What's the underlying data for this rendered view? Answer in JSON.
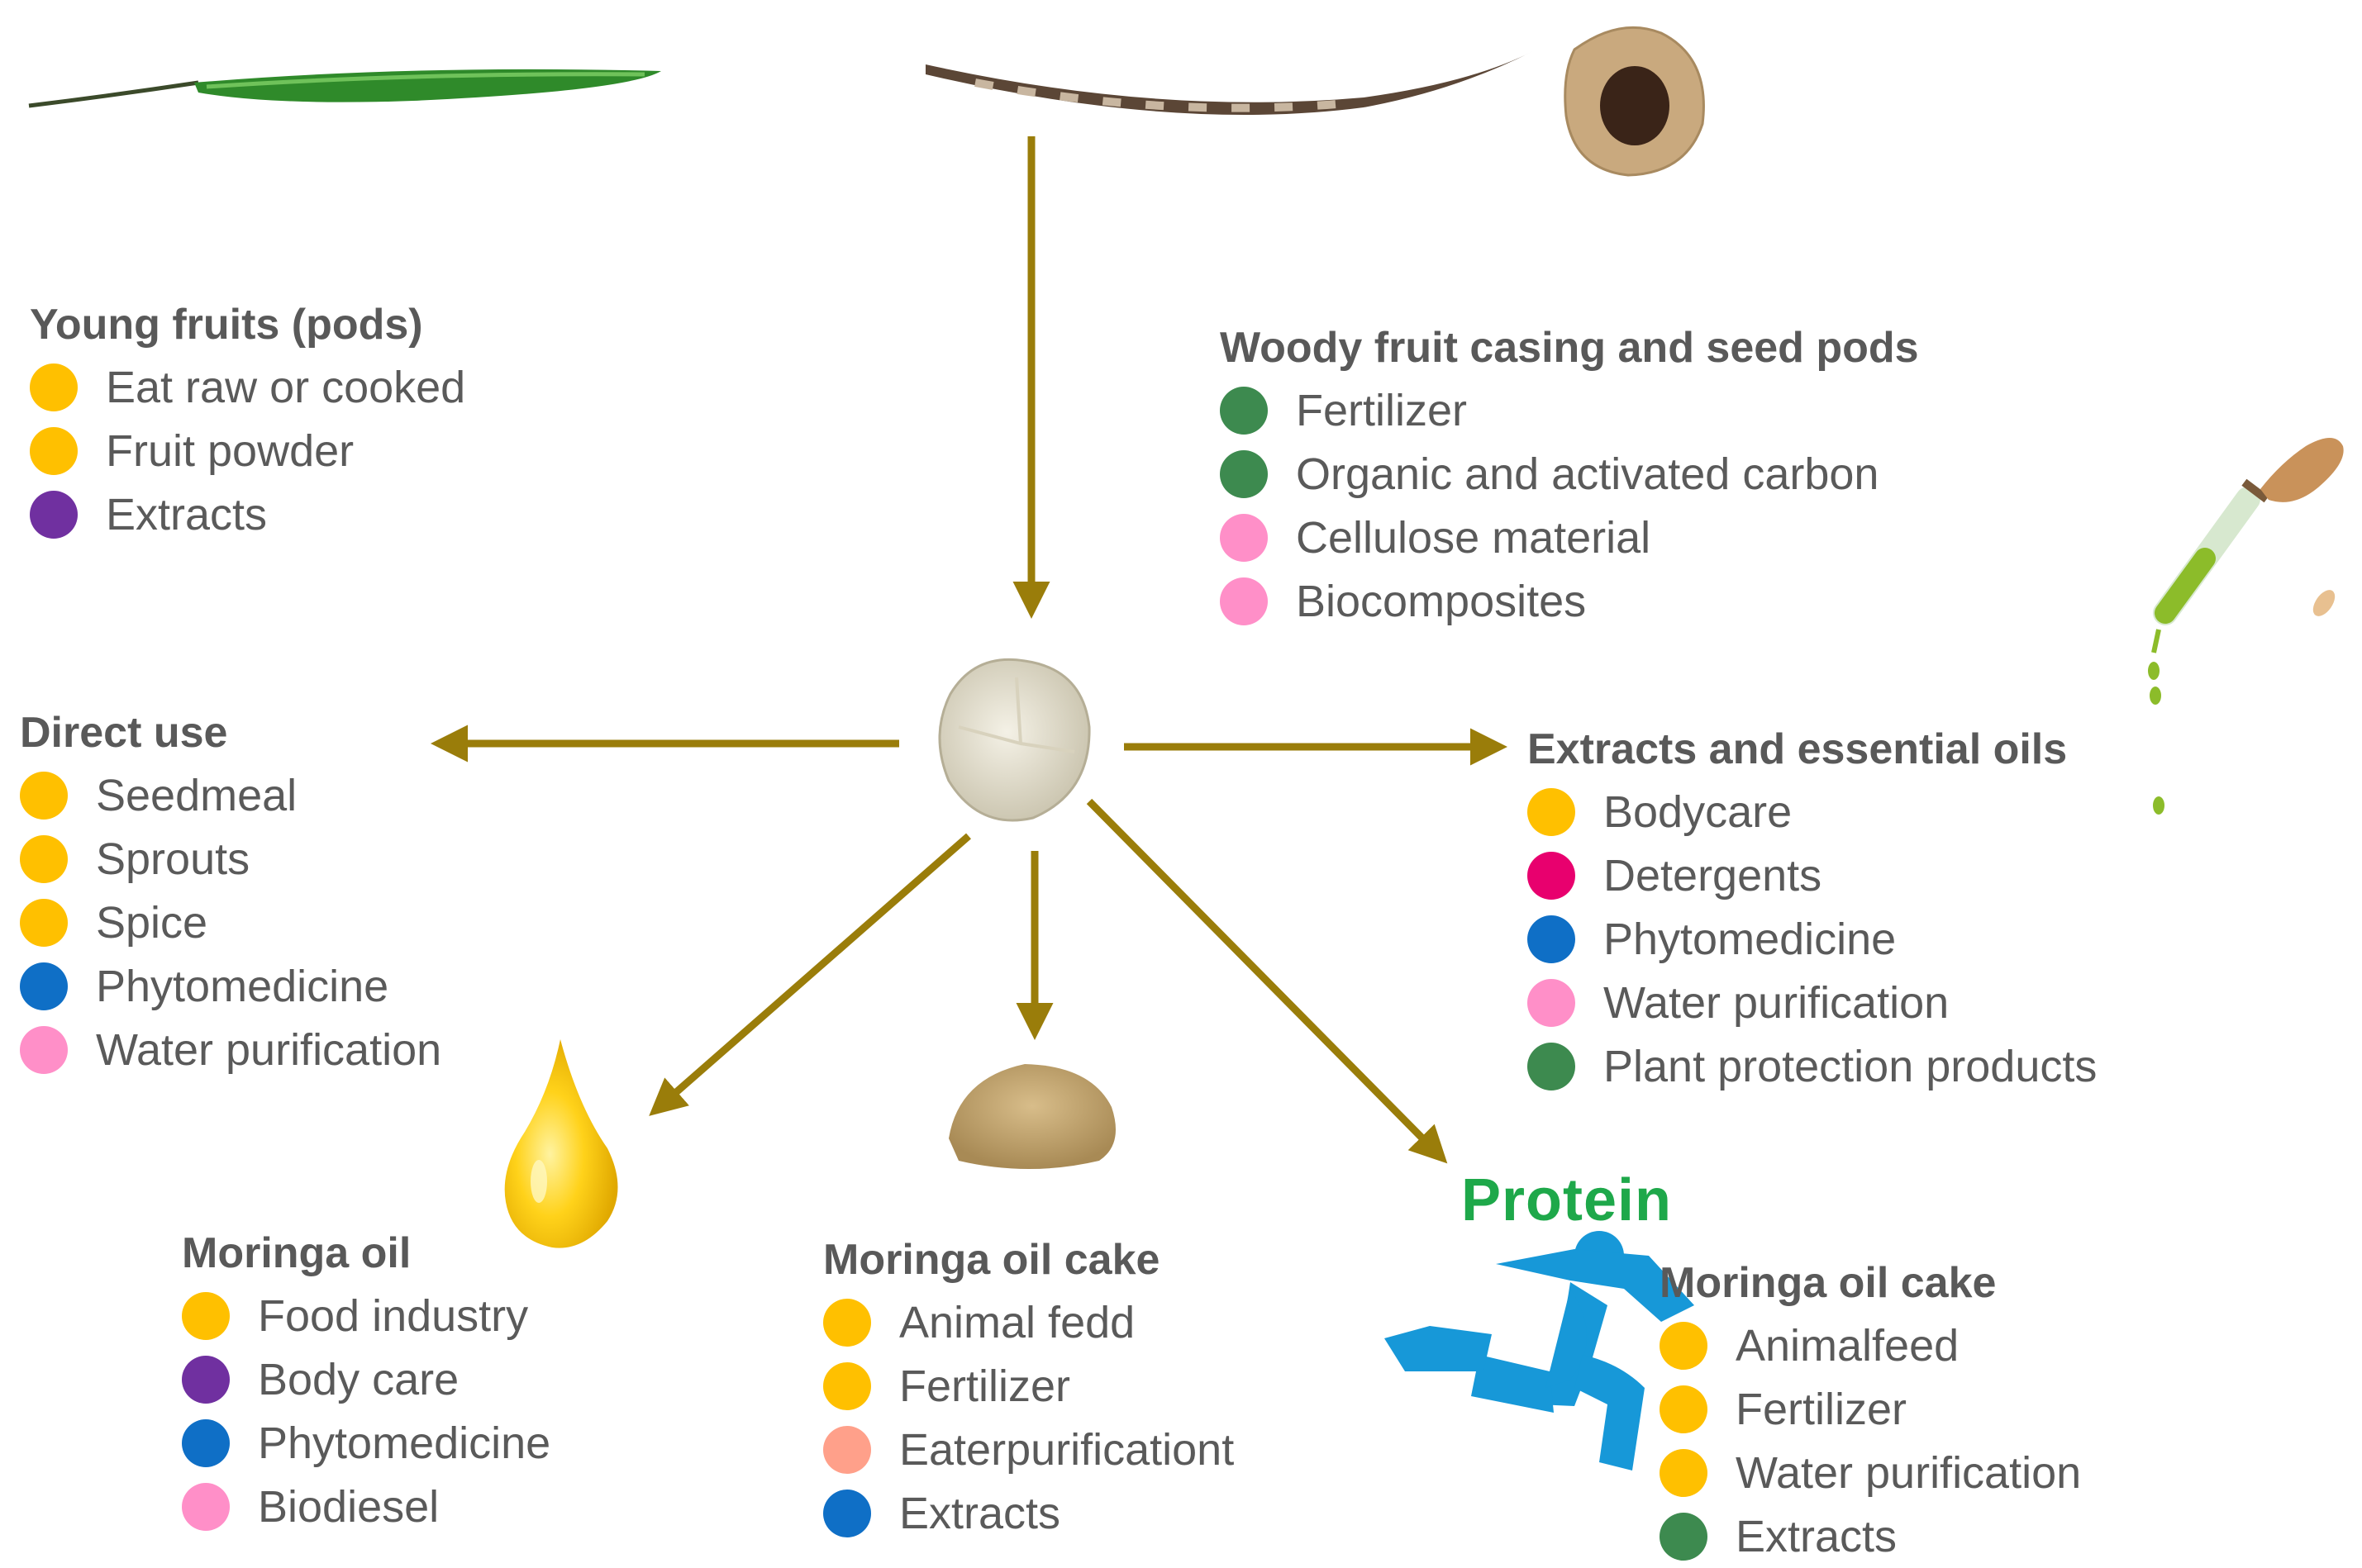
{
  "groups": [
    {
      "id": "young-fruits",
      "title": "Young fruits (pods)",
      "items": [
        {
          "label": "Eat raw or cooked",
          "color": "#ffc000"
        },
        {
          "label": "Fruit powder",
          "color": "#ffc000"
        },
        {
          "label": "Extracts",
          "color": "#7030a0"
        }
      ]
    },
    {
      "id": "woody-casing",
      "title": "Woody fruit casing and seed pods",
      "items": [
        {
          "label": "Fertilizer",
          "color": "#3d8a4f"
        },
        {
          "label": "Organic and activated carbon",
          "color": "#3d8a4f"
        },
        {
          "label": "Cellulose material",
          "color": "#ff8fc8"
        },
        {
          "label": "Biocomposites",
          "color": "#ff8fc8"
        }
      ]
    },
    {
      "id": "direct-use",
      "title": "Direct use",
      "items": [
        {
          "label": "Seedmeal",
          "color": "#ffc000"
        },
        {
          "label": "Sprouts",
          "color": "#ffc000"
        },
        {
          "label": "Spice",
          "color": "#ffc000"
        },
        {
          "label": "Phytomedicine",
          "color": "#0f6fc6"
        },
        {
          "label": "Water purification",
          "color": "#ff8fc8"
        }
      ]
    },
    {
      "id": "extracts-oils",
      "title": "Extracts and essential oils",
      "items": [
        {
          "label": "Bodycare",
          "color": "#ffc000"
        },
        {
          "label": "Detergents",
          "color": "#e8006e"
        },
        {
          "label": "Phytomedicine",
          "color": "#0f6fc6"
        },
        {
          "label": "Water purification",
          "color": "#ff8fc8"
        },
        {
          "label": "Plant protection products",
          "color": "#3d8a4f"
        }
      ]
    },
    {
      "id": "moringa-oil",
      "title": "Moringa oil",
      "items": [
        {
          "label": "Food industry",
          "color": "#ffc000"
        },
        {
          "label": "Body care",
          "color": "#7030a0"
        },
        {
          "label": "Phytomedicine",
          "color": "#0f6fc6"
        },
        {
          "label": "Biodiesel",
          "color": "#ff8fc8"
        }
      ]
    },
    {
      "id": "oil-cake-1",
      "title": "Moringa oil cake",
      "items": [
        {
          "label": "Animal fedd",
          "color": "#ffc000"
        },
        {
          "label": "Fertilizer",
          "color": "#ffc000"
        },
        {
          "label": "Eaterpurificationt",
          "color": "#ffa08a"
        },
        {
          "label": "Extracts",
          "color": "#0f6fc6"
        }
      ]
    },
    {
      "id": "oil-cake-2",
      "title": "Moringa oil cake",
      "items": [
        {
          "label": "Animalfeed",
          "color": "#ffc000"
        },
        {
          "label": "Fertilizer",
          "color": "#ffc000"
        },
        {
          "label": "Water purification",
          "color": "#ffc000"
        },
        {
          "label": "Extracts",
          "color": "#3d8a4f"
        }
      ]
    }
  ],
  "protein_label": "Protein",
  "colors": {
    "arrow": "#9a7d0a",
    "protein_text": "#1ea84a",
    "runner": "#1798d8"
  }
}
